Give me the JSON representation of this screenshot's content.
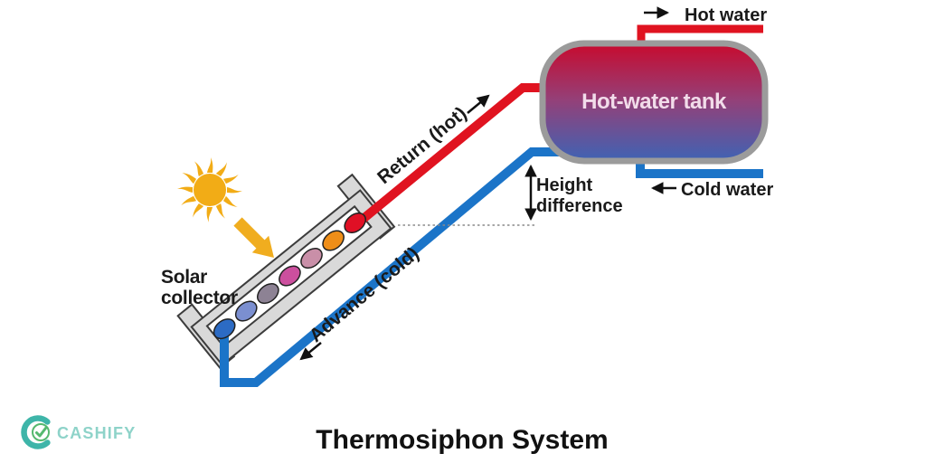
{
  "title": "Thermosiphon System",
  "logo": {
    "text": "CASHIFY",
    "ring_color": "#3eb5a9",
    "check_color": "#55b86e",
    "text_color": "#8ed3c9"
  },
  "diagram": {
    "tank": {
      "label": "Hot-water tank",
      "label_color": "#f2dcea",
      "gradient_top": "#c80a2e",
      "gradient_mid": "#944078",
      "gradient_bottom": "#3f63b4",
      "border_color": "#9b9b9b"
    },
    "pipes": {
      "hot_color": "#e01320",
      "cold_color": "#1b74c8"
    },
    "labels": {
      "hot_water": "Hot water",
      "cold_water": "Cold water",
      "height_line1": "Height",
      "height_line2": "difference",
      "return_pipe": "Return (hot)",
      "advance_pipe": "Advance (cold)",
      "solar_line1": "Solar",
      "solar_line2": "collector"
    },
    "collector": {
      "frame_color": "#d9d9d9",
      "frame_stroke": "#3c3c3c",
      "channel_color": "#ffffff",
      "dot_colors": [
        "#2c6bc4",
        "#7b8fd0",
        "#8d8294",
        "#cc4f9e",
        "#c98fa8",
        "#ef8e18",
        "#e01025"
      ]
    },
    "sun": {
      "color": "#f2ac16",
      "arrow_color": "#f0ad1f"
    }
  }
}
